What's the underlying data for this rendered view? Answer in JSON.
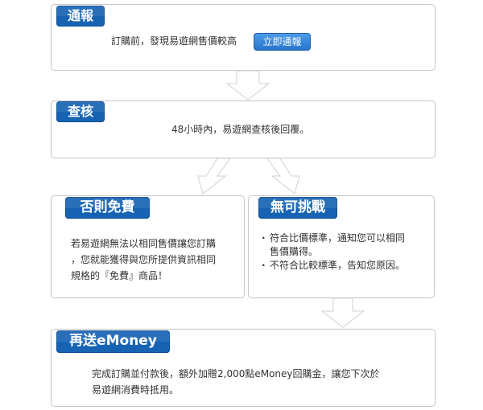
{
  "step1": {
    "tag": "通報",
    "text": "訂購前，發現易遊網售價較高",
    "button": "立即通報"
  },
  "step2": {
    "tag": "查核",
    "text": "48小時內，易遊網查核後回覆。"
  },
  "free": {
    "tag": "否則免費",
    "lines": [
      "若易遊網無法以相同售價讓您訂購",
      "，您就能獲得與您所提供資訊相同",
      "規格的『免費』商品！"
    ]
  },
  "no_challenge": {
    "tag": "無可挑戰",
    "items": [
      [
        "符合比價標準，通知您可以相同",
        "售價購得。"
      ],
      [
        "不符合比較標準，告知您原因。"
      ]
    ]
  },
  "emoney": {
    "tag": "再送eMoney",
    "lines": [
      "完成訂購並付款後，額外加贈2,000點eMoney回購金，讓您下次於",
      "易遊網消費時抵用。"
    ]
  },
  "colors": {
    "tag_blue": "#1763b3",
    "button_blue": "#2676cc",
    "border": "#c8c8c8",
    "arrow": "#d0d0d0"
  }
}
